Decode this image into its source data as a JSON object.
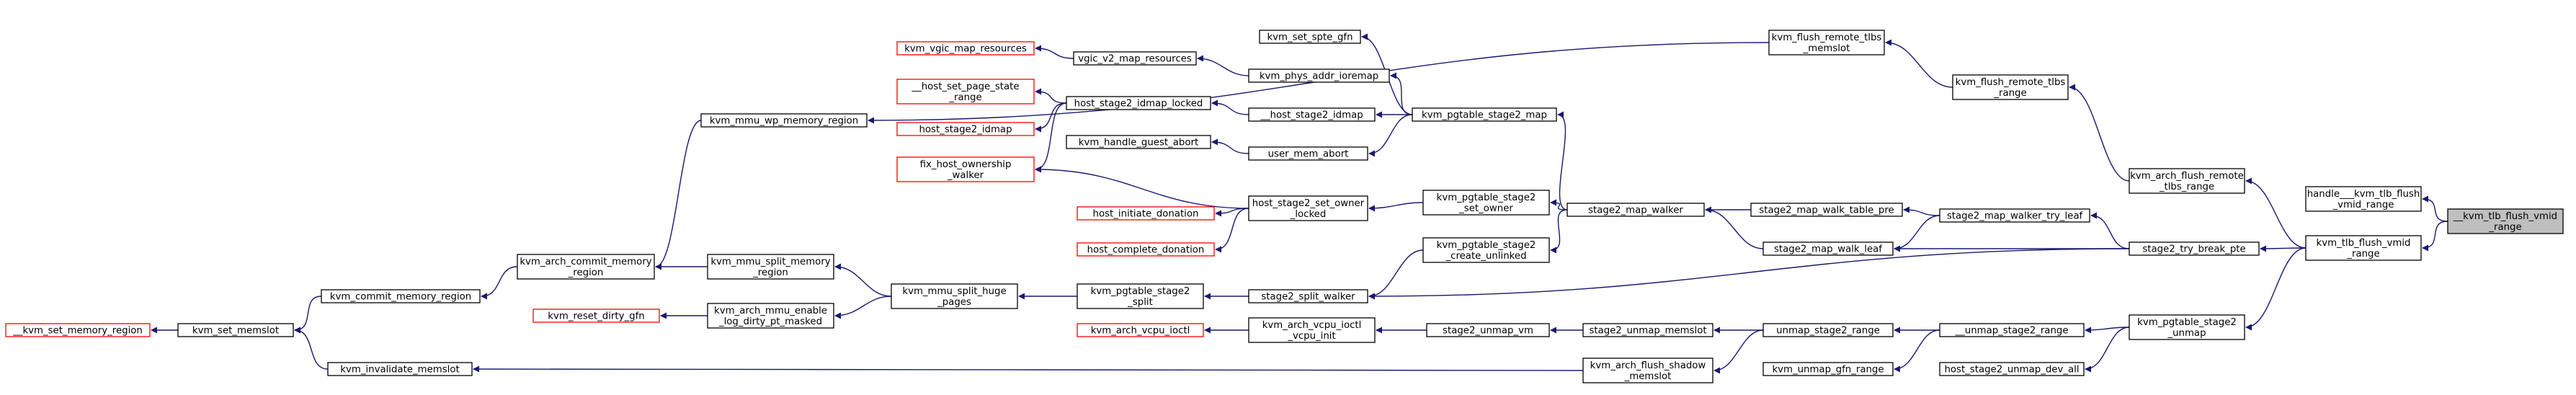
{
  "colors": {
    "edge": "#191970",
    "node_border": "#000000",
    "node_fill": "#ffffff",
    "truncated_border": "#ff0000",
    "focus_fill": "#bfbfbf"
  },
  "nodes": [
    {
      "id": "n_kvm_tlb_flush_vmid_range_internal",
      "lines": [
        "__kvm_tlb_flush_vmid",
        "_range"
      ],
      "style": "focus"
    },
    {
      "id": "n_handle_kvm_tlb_flush_vmid_range",
      "lines": [
        "handle___kvm_tlb_flush",
        "_vmid_range"
      ],
      "style": "normal"
    },
    {
      "id": "n_kvm_tlb_flush_vmid_range",
      "lines": [
        "kvm_tlb_flush_vmid",
        "_range"
      ],
      "style": "normal"
    },
    {
      "id": "n_kvm_arch_flush_remote_tlbs_range",
      "lines": [
        "kvm_arch_flush_remote",
        "_tlbs_range"
      ],
      "style": "normal"
    },
    {
      "id": "n_stage2_try_break_pte",
      "lines": [
        "stage2_try_break_pte"
      ],
      "style": "normal"
    },
    {
      "id": "n_kvm_pgtable_stage2_unmap",
      "lines": [
        "kvm_pgtable_stage2",
        "_unmap"
      ],
      "style": "normal"
    },
    {
      "id": "n_kvm_flush_remote_tlbs_range",
      "lines": [
        "kvm_flush_remote_tlbs",
        "_range"
      ],
      "style": "normal"
    },
    {
      "id": "n_kvm_flush_remote_tlbs_memslot",
      "lines": [
        "kvm_flush_remote_tlbs",
        "_memslot"
      ],
      "style": "normal"
    },
    {
      "id": "n_stage2_map_walker_try_leaf",
      "lines": [
        "stage2_map_walker_try_leaf"
      ],
      "style": "normal"
    },
    {
      "id": "n_stage2_map_walk_leaf",
      "lines": [
        "stage2_map_walk_leaf"
      ],
      "style": "normal"
    },
    {
      "id": "n_stage2_split_walker",
      "lines": [
        "stage2_split_walker"
      ],
      "style": "normal"
    },
    {
      "id": "n_unmap_stage2_range_internal",
      "lines": [
        "__unmap_stage2_range"
      ],
      "style": "normal"
    },
    {
      "id": "n_host_stage2_unmap_dev_all",
      "lines": [
        "host_stage2_unmap_dev_all"
      ],
      "style": "normal"
    },
    {
      "id": "n_stage2_map_walk_table_pre",
      "lines": [
        "stage2_map_walk_table_pre"
      ],
      "style": "normal"
    },
    {
      "id": "n_stage2_map_walker",
      "lines": [
        "stage2_map_walker"
      ],
      "style": "normal"
    },
    {
      "id": "n_kvm_pgtable_stage2_split",
      "lines": [
        "kvm_pgtable_stage2",
        "_split"
      ],
      "style": "normal"
    },
    {
      "id": "n_unmap_stage2_range",
      "lines": [
        "unmap_stage2_range"
      ],
      "style": "normal"
    },
    {
      "id": "n_kvm_unmap_gfn_range",
      "lines": [
        "kvm_unmap_gfn_range"
      ],
      "style": "normal"
    },
    {
      "id": "n_kvm_pgtable_stage2_map",
      "lines": [
        "kvm_pgtable_stage2_map"
      ],
      "style": "normal"
    },
    {
      "id": "n_kvm_pgtable_stage2_set_owner",
      "lines": [
        "kvm_pgtable_stage2",
        "_set_owner"
      ],
      "style": "normal"
    },
    {
      "id": "n_kvm_pgtable_stage2_create_unlinked",
      "lines": [
        "kvm_pgtable_stage2",
        "_create_unlinked"
      ],
      "style": "normal"
    },
    {
      "id": "n_kvm_mmu_split_huge_pages",
      "lines": [
        "kvm_mmu_split_huge",
        "_pages"
      ],
      "style": "normal"
    },
    {
      "id": "n_stage2_unmap_memslot",
      "lines": [
        "stage2_unmap_memslot"
      ],
      "style": "normal"
    },
    {
      "id": "n_kvm_arch_flush_shadow_memslot",
      "lines": [
        "kvm_arch_flush_shadow",
        "_memslot"
      ],
      "style": "normal"
    },
    {
      "id": "n_kvm_set_spte_gfn",
      "lines": [
        "kvm_set_spte_gfn"
      ],
      "style": "normal"
    },
    {
      "id": "n_kvm_phys_addr_ioremap",
      "lines": [
        "kvm_phys_addr_ioremap"
      ],
      "style": "normal"
    },
    {
      "id": "n_host_stage2_idmap_internal",
      "lines": [
        "__host_stage2_idmap"
      ],
      "style": "normal"
    },
    {
      "id": "n_user_mem_abort",
      "lines": [
        "user_mem_abort"
      ],
      "style": "normal"
    },
    {
      "id": "n_host_stage2_set_owner_locked",
      "lines": [
        "host_stage2_set_owner",
        "_locked"
      ],
      "style": "normal"
    },
    {
      "id": "n_kvm_mmu_split_memory_region",
      "lines": [
        "kvm_mmu_split_memory",
        "_region"
      ],
      "style": "normal"
    },
    {
      "id": "n_kvm_arch_mmu_enable_log_dirty",
      "lines": [
        "kvm_arch_mmu_enable",
        "_log_dirty_pt_masked"
      ],
      "style": "normal"
    },
    {
      "id": "n_stage2_unmap_vm",
      "lines": [
        "stage2_unmap_vm"
      ],
      "style": "normal"
    },
    {
      "id": "n_vgic_v2_map_resources",
      "lines": [
        "vgic_v2_map_resources"
      ],
      "style": "normal"
    },
    {
      "id": "n_host_stage2_idmap_locked",
      "lines": [
        "host_stage2_idmap_locked"
      ],
      "style": "normal"
    },
    {
      "id": "n_kvm_handle_guest_abort",
      "lines": [
        "kvm_handle_guest_abort"
      ],
      "style": "normal"
    },
    {
      "id": "n_kvm_arch_vcpu_ioctl_vcpu_init",
      "lines": [
        "kvm_arch_vcpu_ioctl",
        "_vcpu_init"
      ],
      "style": "normal"
    },
    {
      "id": "n_kvm_vgic_map_resources",
      "lines": [
        "kvm_vgic_map_resources"
      ],
      "style": "truncated"
    },
    {
      "id": "n_host_set_page_state_range",
      "lines": [
        "__host_set_page_state",
        "_range"
      ],
      "style": "truncated"
    },
    {
      "id": "n_host_stage2_idmap",
      "lines": [
        "host_stage2_idmap"
      ],
      "style": "truncated"
    },
    {
      "id": "n_fix_host_ownership_walker",
      "lines": [
        "fix_host_ownership",
        "_walker"
      ],
      "style": "truncated"
    },
    {
      "id": "n_host_initiate_donation",
      "lines": [
        "host_initiate_donation"
      ],
      "style": "truncated"
    },
    {
      "id": "n_host_complete_donation",
      "lines": [
        "host_complete_donation"
      ],
      "style": "truncated"
    },
    {
      "id": "n_kvm_reset_dirty_gfn",
      "lines": [
        "kvm_reset_dirty_gfn"
      ],
      "style": "truncated"
    },
    {
      "id": "n_kvm_arch_vcpu_ioctl",
      "lines": [
        "kvm_arch_vcpu_ioctl"
      ],
      "style": "truncated"
    },
    {
      "id": "n_kvm_mmu_wp_memory_region",
      "lines": [
        "kvm_mmu_wp_memory_region"
      ],
      "style": "normal"
    },
    {
      "id": "n_kvm_arch_commit_memory_region",
      "lines": [
        "kvm_arch_commit_memory",
        "_region"
      ],
      "style": "normal"
    },
    {
      "id": "n_kvm_commit_memory_region",
      "lines": [
        "kvm_commit_memory_region"
      ],
      "style": "normal"
    },
    {
      "id": "n_kvm_set_memslot",
      "lines": [
        "kvm_set_memslot"
      ],
      "style": "normal"
    },
    {
      "id": "n_kvm_set_memory_region_internal",
      "lines": [
        "__kvm_set_memory_region"
      ],
      "style": "truncated"
    },
    {
      "id": "n_kvm_invalidate_memslot",
      "lines": [
        "kvm_invalidate_memslot"
      ],
      "style": "normal"
    }
  ]
}
